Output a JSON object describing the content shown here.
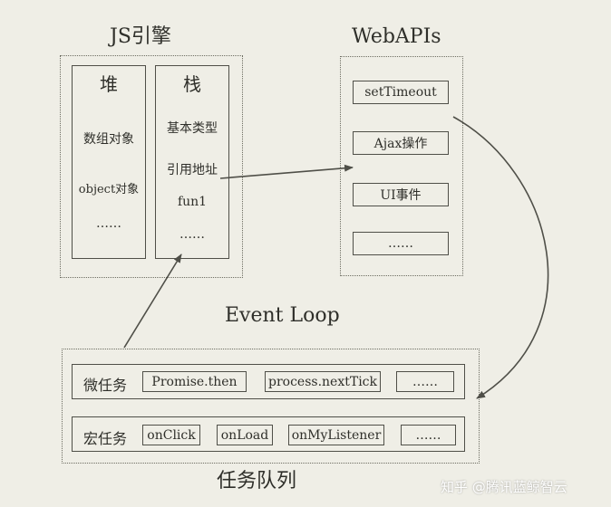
{
  "js_engine": {
    "title": "JS引擎",
    "heap": {
      "title": "堆",
      "items": [
        "数组对象",
        "object对象",
        "……"
      ]
    },
    "stack": {
      "title": "栈",
      "items": [
        "基本类型",
        "引用地址",
        "fun1",
        "……"
      ]
    }
  },
  "webapis": {
    "title": "WebAPIs",
    "items": [
      "setTimeout",
      "Ajax操作",
      "UI事件",
      "……"
    ]
  },
  "event_loop": {
    "label": "Event Loop"
  },
  "task_queue": {
    "title": "任务队列",
    "micro": {
      "label": "微任务",
      "items": [
        "Promise.then",
        "process.nextTick",
        "……"
      ]
    },
    "macro": {
      "label": "宏任务",
      "items": [
        "onClick",
        "onLoad",
        "onMyListener",
        "……"
      ]
    }
  },
  "watermark": "知乎 @腾讯蓝鲸智云",
  "colors": {
    "background": "#efeee6",
    "line": "#4f4f48"
  }
}
